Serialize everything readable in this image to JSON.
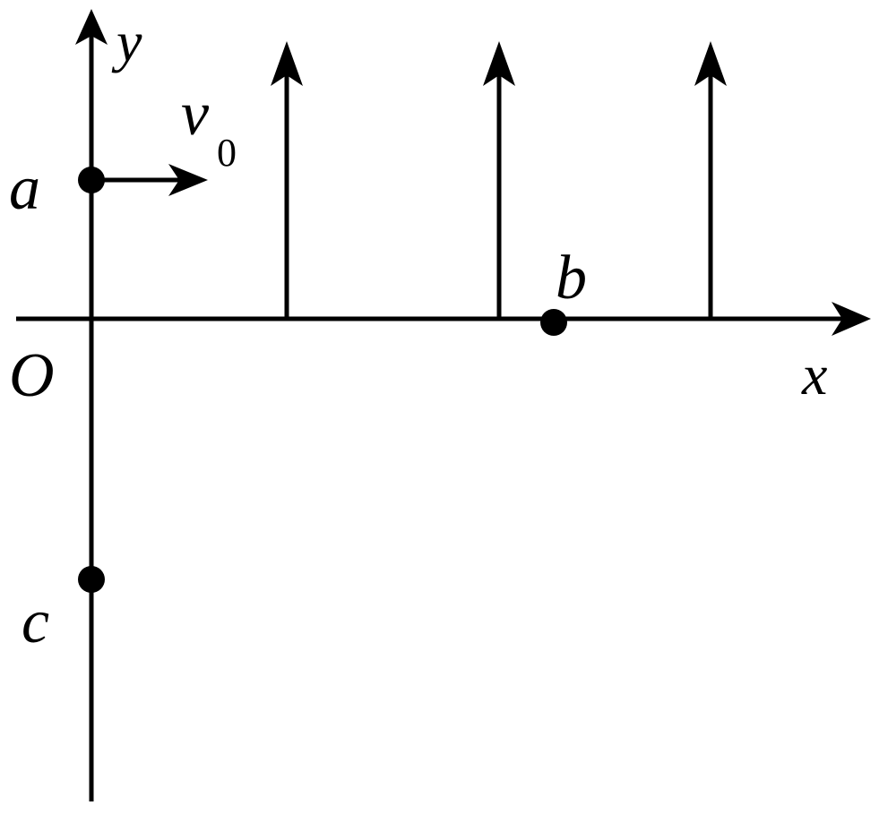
{
  "diagram": {
    "axes": {
      "x_label": "x",
      "y_label": "y",
      "origin_label": "O"
    },
    "points": {
      "a": "a",
      "b": "b",
      "c": "c"
    },
    "velocity": {
      "symbol": "v",
      "subscript": "0"
    },
    "field_lines_count": 3
  }
}
